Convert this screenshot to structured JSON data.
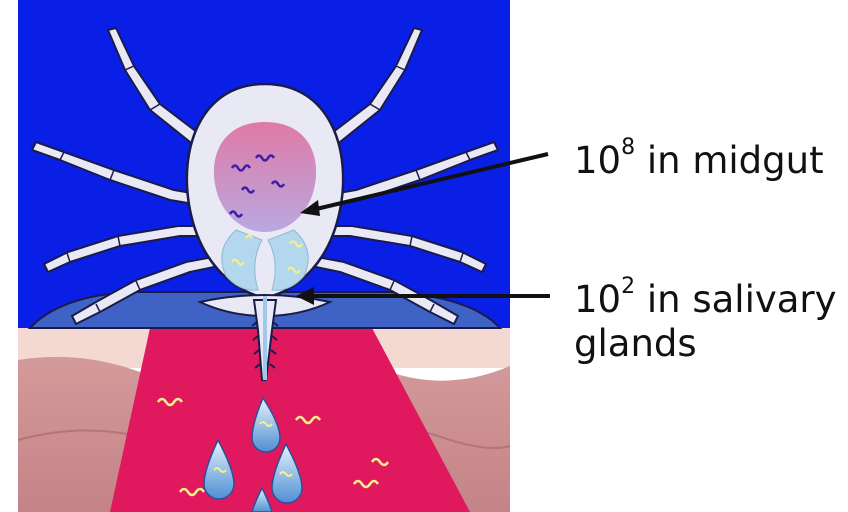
{
  "labels": {
    "midgut": {
      "base": "10",
      "exponent": "8",
      "text": " in midgut"
    },
    "salivary": {
      "base": "10",
      "exponent": "2",
      "text": " in salivary",
      "line2": "glands"
    }
  },
  "colors": {
    "sky": "#0a1fe6",
    "skin_surface": "#f3d9d2",
    "skin_tissue": "#cc8d8f",
    "blood_pool": "#e0185e",
    "tick_body": "#e8e9f4",
    "tick_outline": "#1b1b4a",
    "midgut": "#d97fb0",
    "salivary_gland": "#b3d7ec",
    "spirochete_dark": "#3b1fa8",
    "spirochete_light": "#f5f08a",
    "droplet": "#6fa6d9",
    "arrow": "#111111"
  }
}
